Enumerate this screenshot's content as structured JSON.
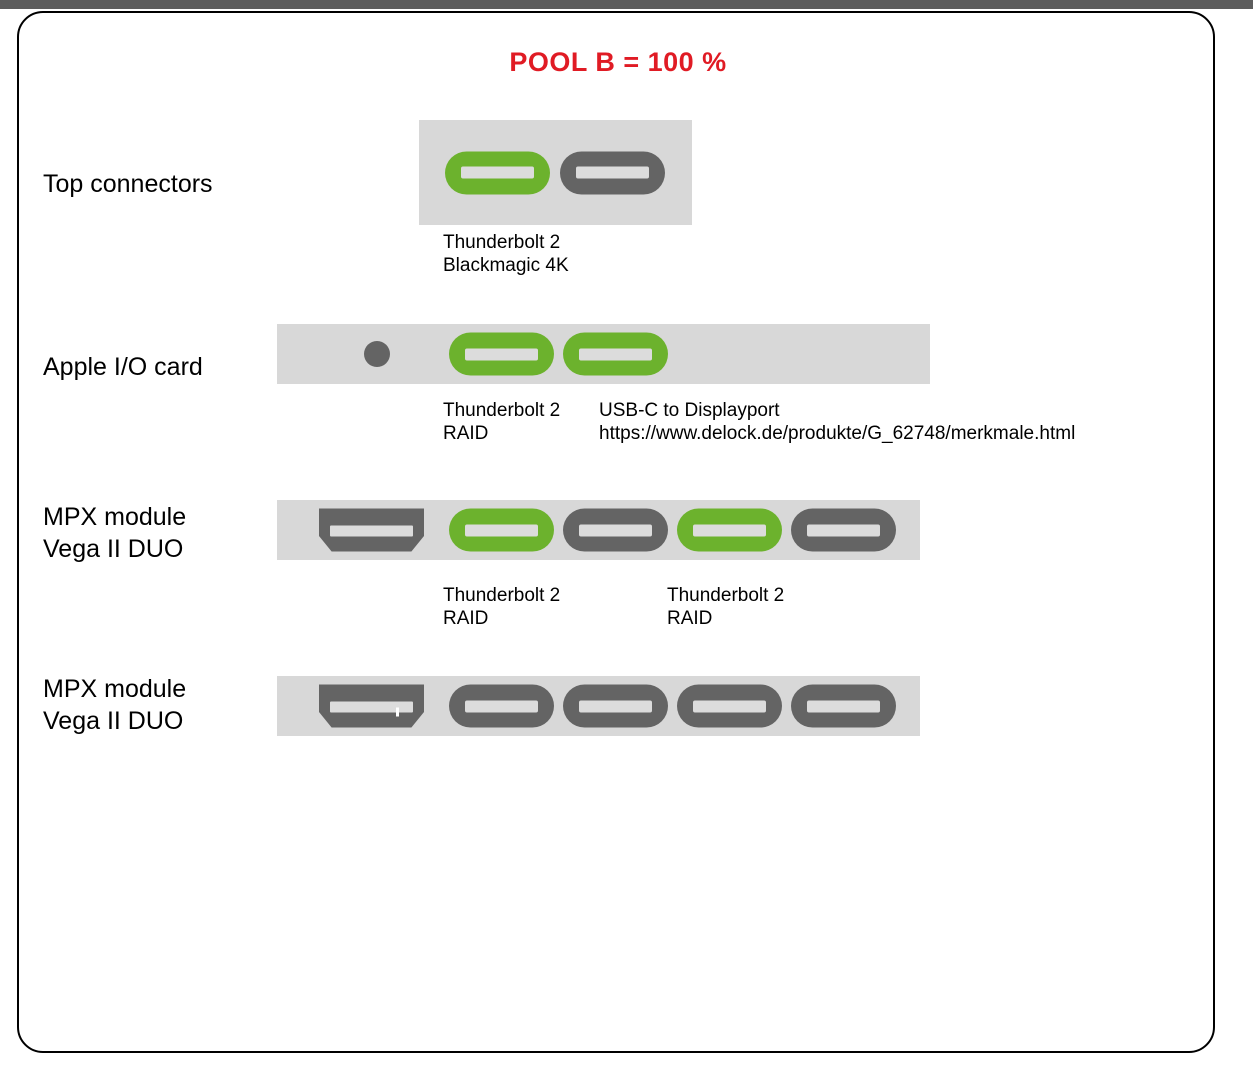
{
  "title": "POOL B = 100 %",
  "colors": {
    "title": "#e01b24",
    "active_port": "#6cb22d",
    "inactive_port": "#646464",
    "panel_background": "#d8d8d8",
    "port_slot": "#dcdcdc",
    "frame_border": "#000000",
    "window_bar": "#5d5d5d"
  },
  "rows": [
    {
      "label": "Top connectors",
      "ports": [
        {
          "type": "usb-c",
          "state": "active"
        },
        {
          "type": "usb-c",
          "state": "inactive"
        }
      ],
      "captions": [
        {
          "lines": "Thunderbolt 2\nBlackmagic 4K"
        }
      ]
    },
    {
      "label": "Apple I/O card",
      "ports": [
        {
          "type": "audio-jack",
          "state": "inactive"
        },
        {
          "type": "usb-c",
          "state": "active"
        },
        {
          "type": "usb-c",
          "state": "active"
        }
      ],
      "captions": [
        {
          "lines": "Thunderbolt 2\nRAID"
        },
        {
          "lines": "USB-C to Displayport\nhttps://www.delock.de/produkte/G_62748/merkmale.html"
        }
      ]
    },
    {
      "label": "MPX module\nVega II DUO",
      "ports": [
        {
          "type": "hdmi",
          "state": "inactive"
        },
        {
          "type": "usb-c",
          "state": "active"
        },
        {
          "type": "usb-c",
          "state": "inactive"
        },
        {
          "type": "usb-c",
          "state": "active"
        },
        {
          "type": "usb-c",
          "state": "inactive"
        }
      ],
      "captions": [
        {
          "lines": "Thunderbolt 2\nRAID"
        },
        {
          "lines": "Thunderbolt 2\nRAID"
        }
      ]
    },
    {
      "label": "MPX module\nVega II DUO",
      "ports": [
        {
          "type": "hdmi",
          "state": "inactive"
        },
        {
          "type": "usb-c",
          "state": "inactive"
        },
        {
          "type": "usb-c",
          "state": "inactive"
        },
        {
          "type": "usb-c",
          "state": "inactive"
        },
        {
          "type": "usb-c",
          "state": "inactive"
        }
      ],
      "captions": []
    }
  ]
}
